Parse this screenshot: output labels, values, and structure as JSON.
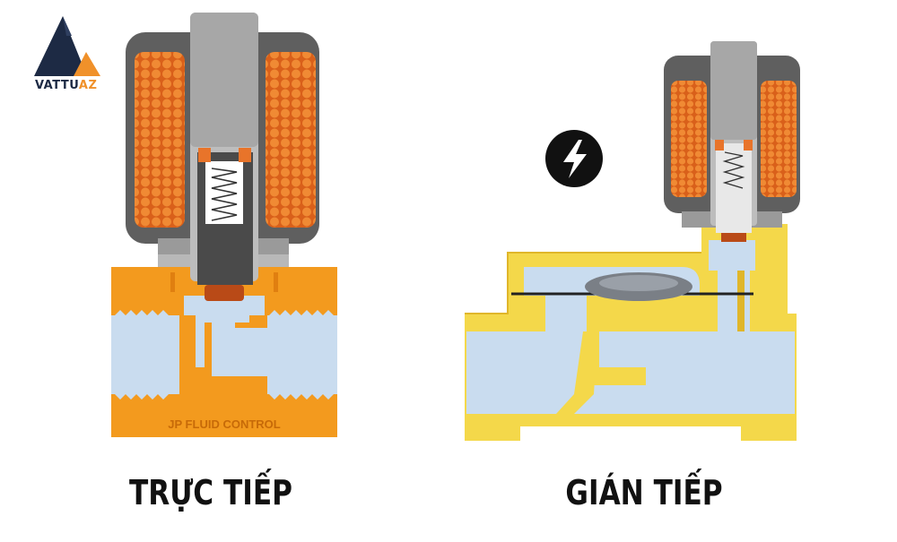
{
  "logo": {
    "brand_main": "VATTU",
    "brand_accent": "AZ",
    "colors": {
      "dark": "#1d2a44",
      "accent": "#f0912a"
    }
  },
  "left_valve": {
    "caption": "TRỰC TIẾP",
    "body_label": "JP FLUID CONTROL",
    "icons": [
      "coil-icon",
      "spring-icon",
      "plunger-icon"
    ]
  },
  "right_valve": {
    "caption": "GIÁN TIẾP",
    "icons": [
      "lightning-icon",
      "coil-icon",
      "spring-icon",
      "diaphragm-icon"
    ]
  },
  "colors": {
    "coil": "#e8742a",
    "housing": "#5f5f5f",
    "body_left": "#f39a1e",
    "body_right": "#f4d84a",
    "fluid": "#c9dcef"
  }
}
